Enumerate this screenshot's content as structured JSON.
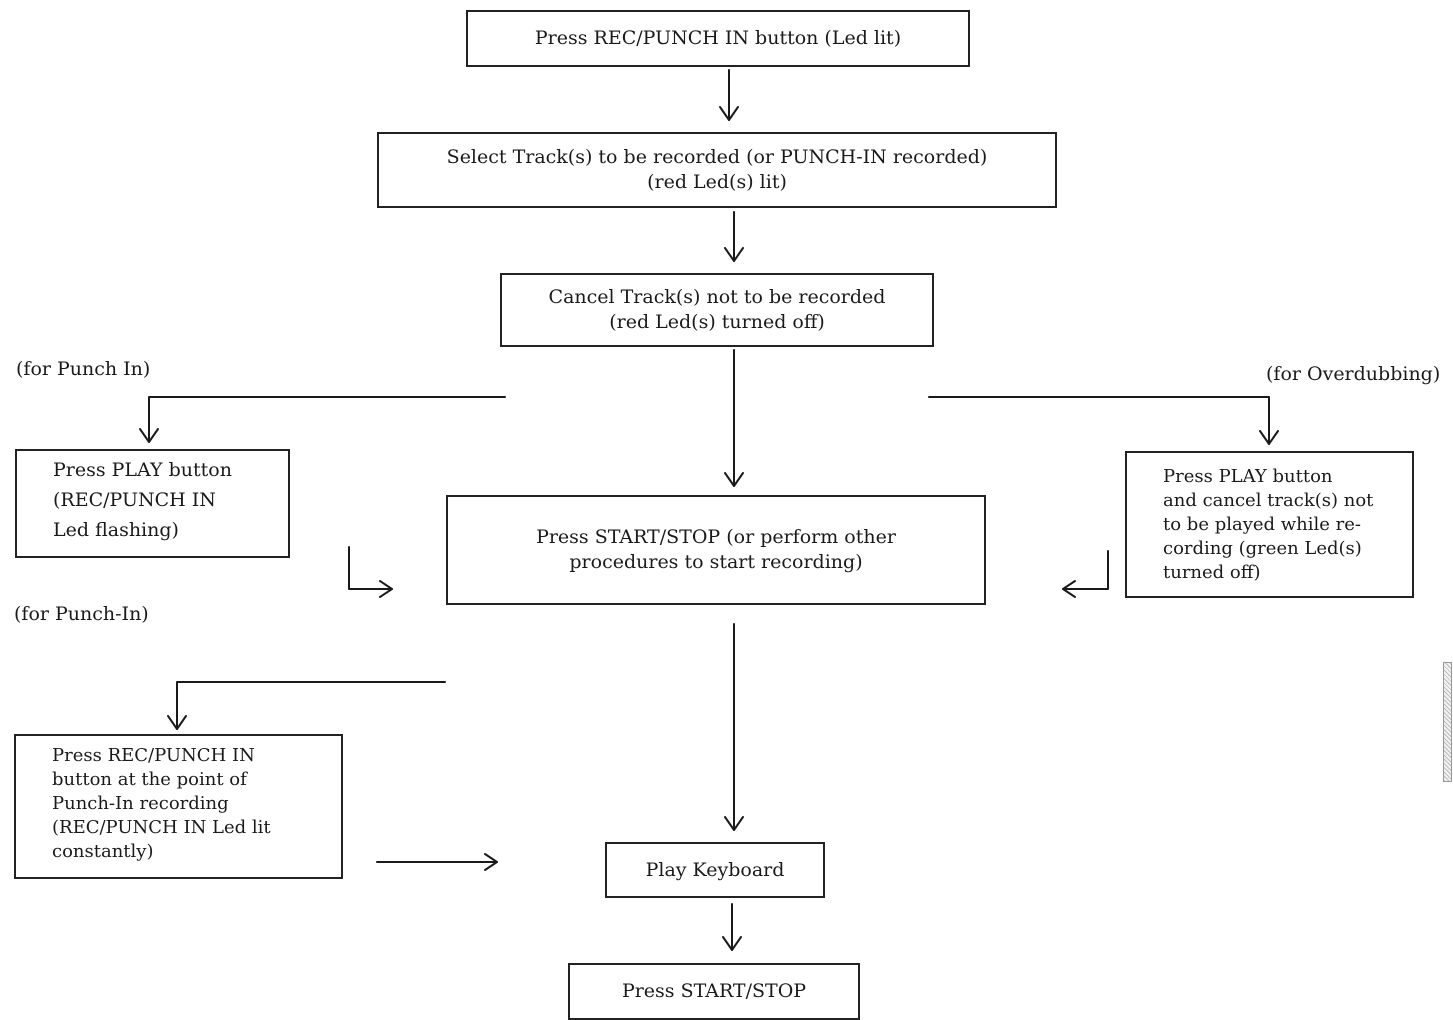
{
  "boxes": {
    "rec_punch_in": {
      "lines": [
        "Press REC/PUNCH IN button (Led lit)"
      ]
    },
    "select_tracks": {
      "lines": [
        "Select Track(s) to be recorded (or PUNCH-IN recorded)",
        "(red Led(s) lit)"
      ]
    },
    "cancel_tracks": {
      "lines": [
        "Cancel Track(s) not to be recorded",
        "(red Led(s) turned off)"
      ]
    },
    "play_button_punch": {
      "lines": [
        "Press PLAY button",
        "(REC/PUNCH IN",
        "Led flashing)"
      ]
    },
    "start_stop_record": {
      "lines": [
        "Press START/STOP (or perform other",
        "procedures to start recording)"
      ]
    },
    "play_button_overdub": {
      "lines": [
        "Press PLAY button",
        "and cancel track(s) not",
        "to be played while re-",
        "cording (green Led(s)",
        "turned off)"
      ]
    },
    "rec_punch_point": {
      "lines": [
        "Press REC/PUNCH IN",
        "button at the point of",
        "Punch-In recording",
        "(REC/PUNCH IN Led lit",
        "constantly)"
      ]
    },
    "play_keyboard": {
      "lines": [
        "Play Keyboard"
      ]
    },
    "start_stop_end": {
      "lines": [
        "Press START/STOP"
      ]
    }
  },
  "labels": {
    "for_punch_in": "(for Punch In)",
    "for_overdubbing": "(for Overdubbing)",
    "for_punch_in_2": "(for Punch-In)"
  }
}
